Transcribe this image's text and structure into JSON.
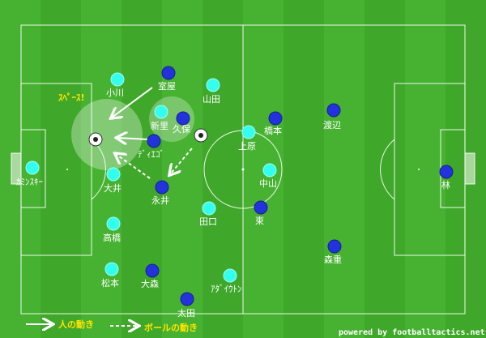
{
  "colors": {
    "teamA": "#33ffee",
    "teamB": "#2233dd",
    "line": "#ffffff",
    "accent": "#ffe400"
  },
  "annotations": {
    "space": "ｽﾍﾟｰｽ!"
  },
  "players": [
    {
      "name": "小川"
    },
    {
      "name": "室屋"
    },
    {
      "name": "山田"
    },
    {
      "name": "新里"
    },
    {
      "name": "久保"
    },
    {
      "name": "ﾃﾞｨｴｺﾞ"
    },
    {
      "name": "ｶﾐﾝｽｷｰ"
    },
    {
      "name": "大井"
    },
    {
      "name": "永井"
    },
    {
      "name": "田口"
    },
    {
      "name": "上原"
    },
    {
      "name": "橋本"
    },
    {
      "name": "中山"
    },
    {
      "name": "渡辺"
    },
    {
      "name": "林"
    },
    {
      "name": "東"
    },
    {
      "name": "高橋"
    },
    {
      "name": "松本"
    },
    {
      "name": "大森"
    },
    {
      "name": "ｱﾀﾞｲｳﾄﾝ"
    },
    {
      "name": "太田"
    },
    {
      "name": "森重"
    }
  ],
  "legend": {
    "person_move": "人の動き",
    "ball_move": "ボールの動き"
  },
  "credit": "powered by footballtactics.net"
}
